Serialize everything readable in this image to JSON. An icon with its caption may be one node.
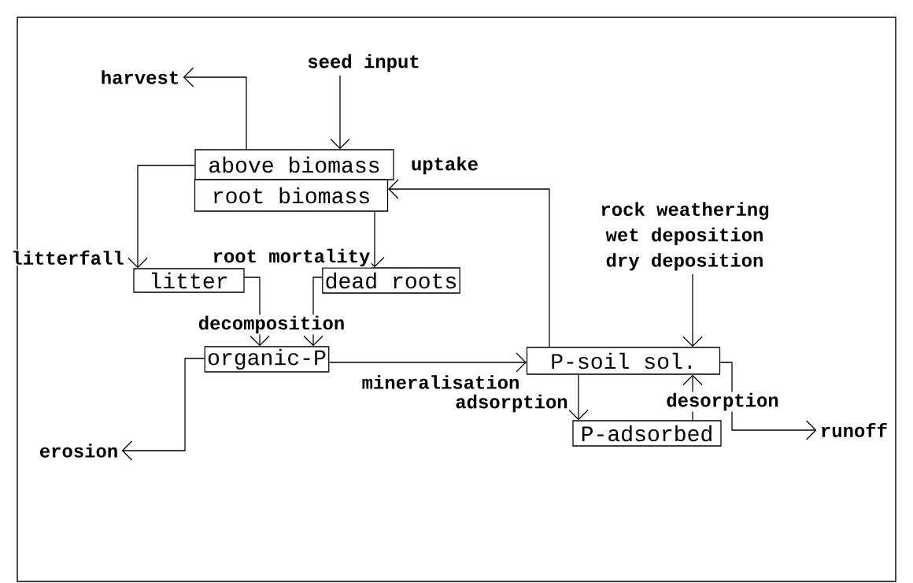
{
  "diagram": {
    "nodes": [
      {
        "text": [
          "above biomass"
        ]
      },
      {
        "text": [
          "root biomass"
        ]
      },
      {
        "text": [
          "harvest"
        ]
      },
      {
        "text": [
          "seed input"
        ]
      },
      {
        "text": [
          "litter"
        ]
      },
      {
        "text": [
          "dead roots"
        ]
      },
      {
        "text": [
          "organic-P"
        ]
      },
      {
        "text": [
          "P-soil sol."
        ]
      },
      {
        "text": [
          "P-adsorbed"
        ]
      },
      {
        "text": [
          "erosion"
        ]
      },
      {
        "text": [
          "runoff"
        ]
      },
      {
        "text": [
          "rock weathering",
          "wet deposition",
          "dry deposition"
        ]
      }
    ],
    "edges": [
      {
        "from": 0,
        "to": 2,
        "arrow": "to"
      },
      {
        "from": 3,
        "to": 0,
        "arrow": "to"
      },
      {
        "from": 0,
        "to": 4,
        "arrow": "to",
        "label": "litterfall"
      },
      {
        "from": 1,
        "to": 5,
        "arrow": "to",
        "label": "root mortality"
      },
      {
        "from": 4,
        "to": 6,
        "arrow": "to",
        "label": "decomposition"
      },
      {
        "from": 5,
        "to": 6,
        "arrow": "to"
      },
      {
        "from": 6,
        "to": 9,
        "arrow": "to"
      },
      {
        "from": 6,
        "to": 7,
        "arrow": "to",
        "label": "mineralisation"
      },
      {
        "from": 7,
        "to": 1,
        "arrow": "to",
        "label": "uptake"
      },
      {
        "from": 11,
        "to": 7,
        "arrow": "to"
      },
      {
        "from": 7,
        "to": 10,
        "arrow": "to"
      },
      {
        "from": 7,
        "to": 8,
        "arrow": "to",
        "label": "adsorption"
      },
      {
        "from": 8,
        "to": 7,
        "arrow": "to",
        "label": "desorption"
      }
    ]
  }
}
